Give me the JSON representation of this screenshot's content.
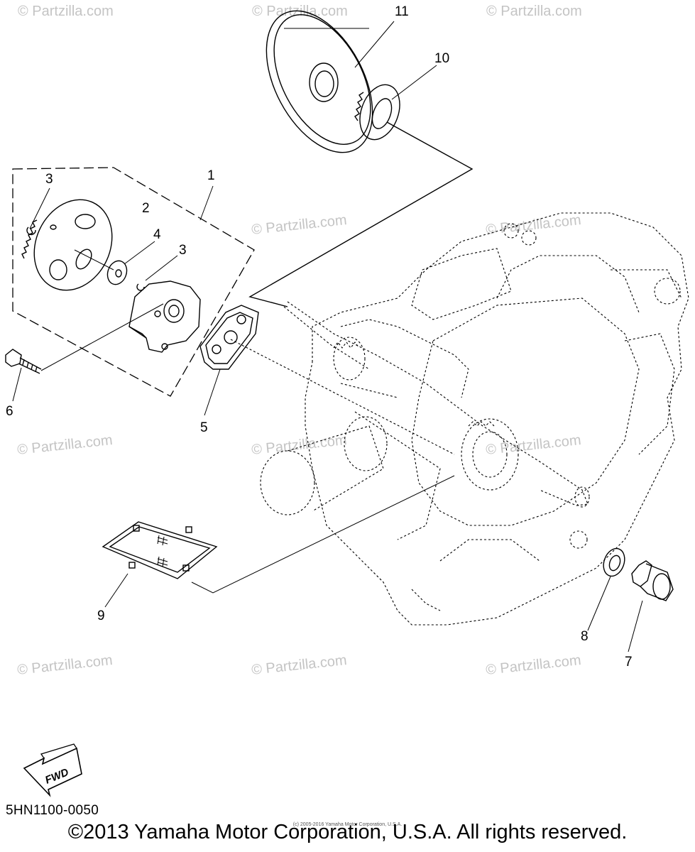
{
  "diagram_code": "5HN1100-0050",
  "copyright": "©2013 Yamaha Motor Corporation, U.S.A. All rights reserved.",
  "copyright_small": "(c) 2005-2016 Yamaha Motor Corporation, U.S.A.",
  "fwd_label": "FWD",
  "watermark": "© Partzilla.com",
  "callouts": [
    "1",
    "2",
    "3",
    "3",
    "4",
    "5",
    "6",
    "7",
    "8",
    "9",
    "10",
    "11"
  ]
}
